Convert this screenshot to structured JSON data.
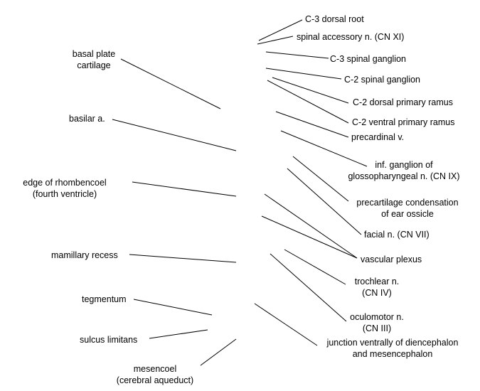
{
  "labels": {
    "basal_plate_cartilage": "basal plate\ncartilage",
    "basilar_a": "basilar a.",
    "edge_of_rhombencoel": "edge of rhombencoel\n(fourth ventricle)",
    "mamillary_recess": "mamillary recess",
    "tegmentum": "tegmentum",
    "sulcus_limitans": "sulcus limitans",
    "mesencoel": "mesencoel\n(cerebral aqueduct)",
    "c3_dorsal_root": "C-3 dorsal root",
    "spinal_accessory_n": "spinal accessory n. (CN XI)",
    "c3_spinal_ganglion": "C-3 spinal ganglion",
    "c2_spinal_ganglion": "C-2 spinal ganglion",
    "c2_dorsal_primary_ramus": "C-2 dorsal primary ramus",
    "c2_ventral_primary_ramus": "C-2 ventral primary ramus",
    "precardinal_v": "precardinal v.",
    "inf_ganglion_glossopharyngeal": "inf. ganglion of\nglossopharyngeal n. (CN IX)",
    "precartilage_condensation": "precartilage condensation\nof ear ossicle",
    "facial_n": "facial n. (CN VII)",
    "vascular_plexus": "vascular plexus",
    "trochlear_n": "trochlear n.\n(CN IV)",
    "oculomotor_n": "oculomotor n.\n(CN III)",
    "junction_diencephalon_mesencephalon": "junction ventrally of diencephalon\nand mesencephalon"
  }
}
